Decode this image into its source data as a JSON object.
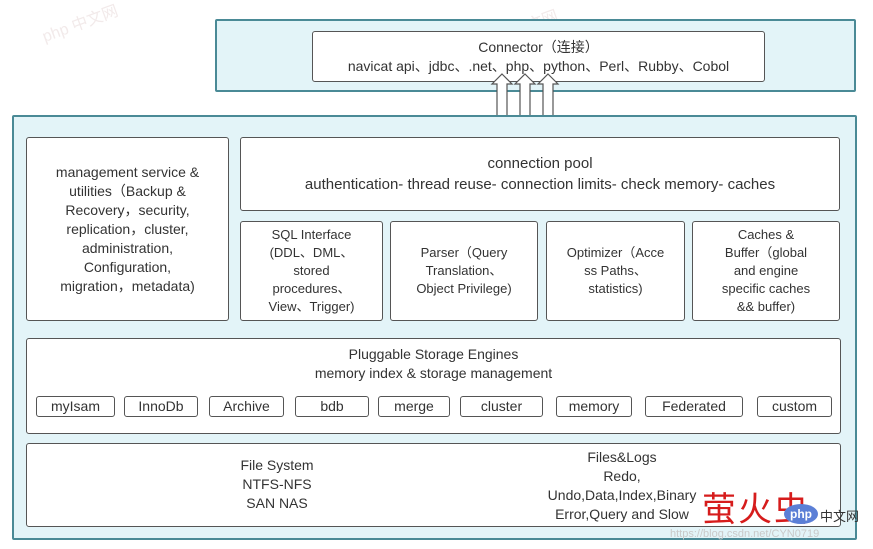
{
  "connector": {
    "title": "Connector（连接）",
    "apis": "navicat api、jdbc、.net、php、python、Perl、Rubby、Cobol"
  },
  "management": {
    "lines": [
      "management service &",
      "utilities（Backup &",
      "Recovery，security,",
      "replication，cluster,",
      "administration,",
      "Configuration,",
      "migration，metadata)"
    ]
  },
  "connection_pool": {
    "title": "connection pool",
    "subtitle": "authentication- thread reuse- connection limits- check memory- caches"
  },
  "components": [
    {
      "lines": [
        "SQL Interface",
        "(DDL、DML、",
        "stored",
        "procedures、",
        "View、Trigger)"
      ]
    },
    {
      "lines": [
        "Parser（Query",
        "Translation、",
        "Object Privilege)"
      ]
    },
    {
      "lines": [
        "Optimizer（Acce",
        "ss Paths、",
        "statistics)"
      ]
    },
    {
      "lines": [
        "Caches &",
        "Buffer（global",
        "and engine",
        "specific caches",
        "&& buffer)"
      ]
    }
  ],
  "storage": {
    "title": "Pluggable Storage Engines",
    "subtitle": "memory index & storage management",
    "engines": [
      "myIsam",
      "InnoDb",
      "Archive",
      "bdb",
      "merge",
      "cluster",
      "memory",
      "Federated",
      "custom"
    ]
  },
  "filesystem": {
    "lines": [
      "File System",
      "NTFS-NFS",
      "SAN NAS"
    ]
  },
  "files_logs": {
    "lines": [
      "Files&Logs",
      "Redo,",
      "Undo,Data,Index,Binary",
      "Error,Query and Slow"
    ]
  },
  "watermark": {
    "logo": "php",
    "cn": "中文网",
    "url": "https://blog.csdn.net/CYN0719"
  },
  "colors": {
    "outer_fill": "#e3f4f8",
    "outer_border": "#4a8a96",
    "logo_red": "#d61c1c",
    "logo_blue": "#5b7fd6"
  }
}
